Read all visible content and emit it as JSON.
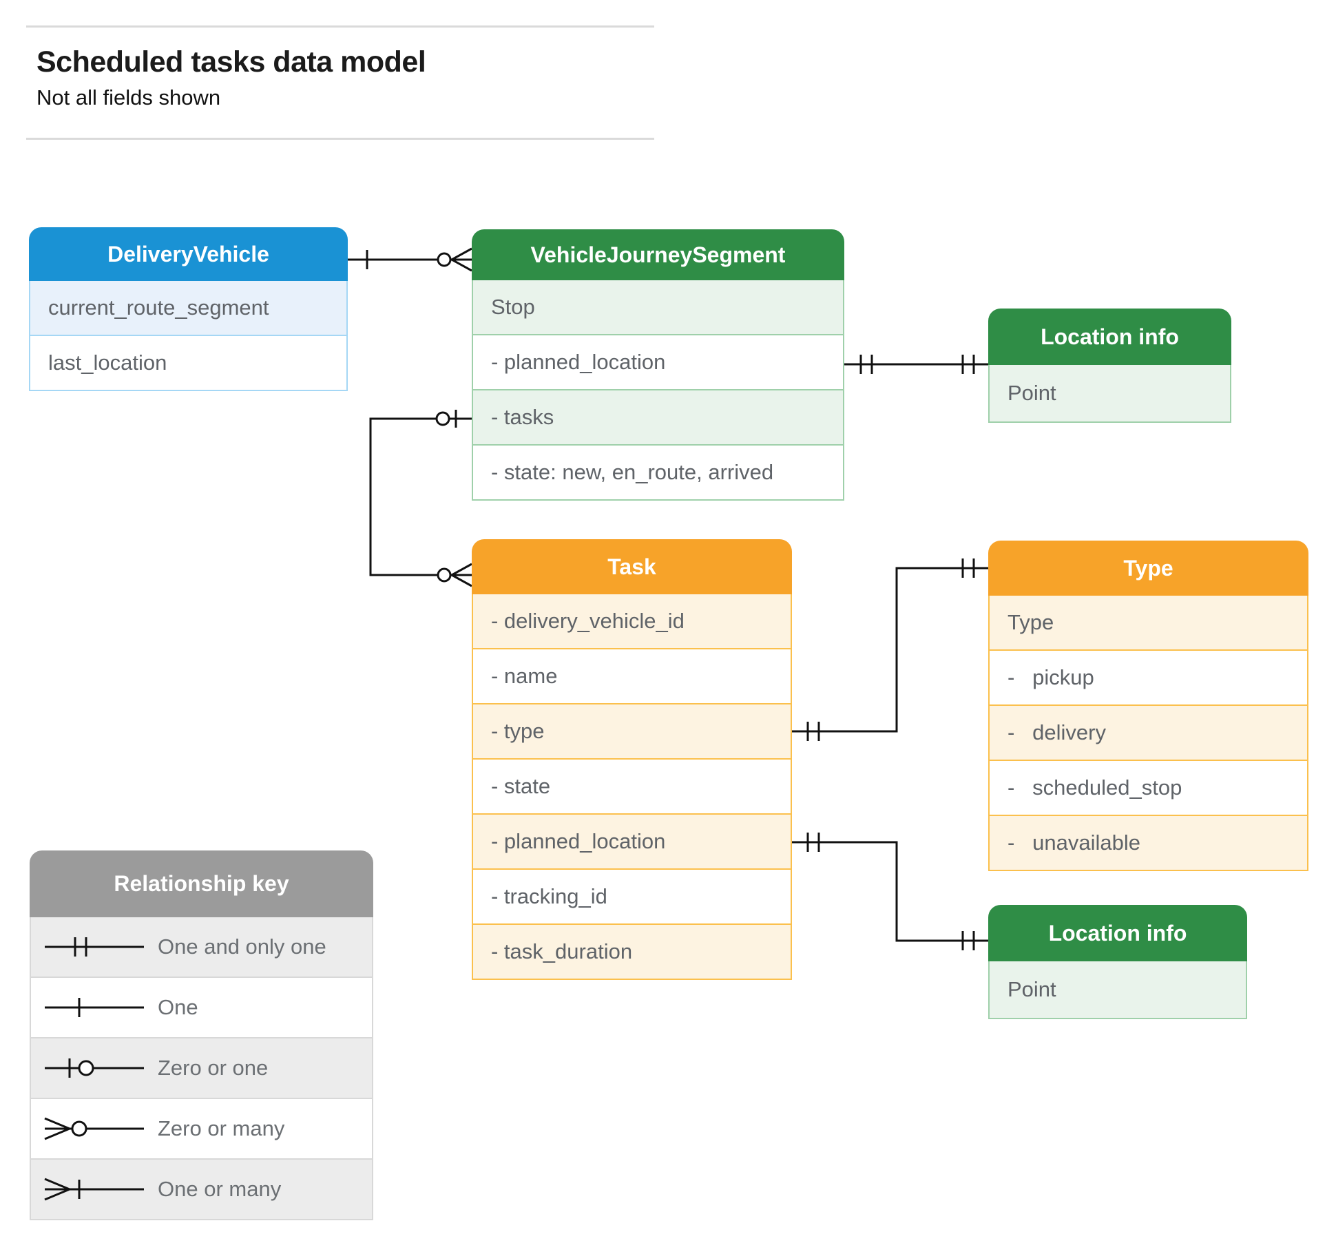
{
  "page": {
    "title": "Scheduled tasks data model",
    "subtitle": "Not all fields shown"
  },
  "entities": {
    "delivery_vehicle": {
      "title": "DeliveryVehicle",
      "rows": [
        "current_route_segment",
        "last_location"
      ]
    },
    "vehicle_journey_segment": {
      "title": "VehicleJourneySegment",
      "rows": [
        "Stop",
        "- planned_location",
        "- tasks",
        "- state: new, en_route, arrived"
      ]
    },
    "location_info_top": {
      "title": "Location info",
      "rows": [
        "Point"
      ]
    },
    "task": {
      "title": "Task",
      "rows": [
        "- delivery_vehicle_id",
        "- name",
        "- type",
        "- state",
        "- planned_location",
        "- tracking_id",
        "- task_duration"
      ]
    },
    "type": {
      "title": "Type",
      "rows": [
        "Type",
        "-   pickup",
        "-   delivery",
        "-   scheduled_stop",
        "-   unavailable"
      ]
    },
    "location_info_bottom": {
      "title": "Location info",
      "rows": [
        "Point"
      ]
    }
  },
  "legend": {
    "title": "Relationship key",
    "items": [
      {
        "symbol": "one-and-only-one",
        "label": "One and only one"
      },
      {
        "symbol": "one",
        "label": "One"
      },
      {
        "symbol": "zero-or-one",
        "label": "Zero or one"
      },
      {
        "symbol": "zero-or-many",
        "label": "Zero or many"
      },
      {
        "symbol": "one-or-many",
        "label": "One or many"
      }
    ]
  },
  "relationships": [
    {
      "from": "DeliveryVehicle",
      "to": "VehicleJourneySegment",
      "from_cardinality": "one",
      "to_cardinality": "zero-or-many"
    },
    {
      "from": "VehicleJourneySegment.planned_location",
      "to": "Location info",
      "from_cardinality": "one-and-only-one",
      "to_cardinality": "one-and-only-one"
    },
    {
      "from": "VehicleJourneySegment.tasks",
      "to": "Task",
      "from_cardinality": "zero-or-one",
      "to_cardinality": "zero-or-many"
    },
    {
      "from": "Task.type",
      "to": "Type",
      "from_cardinality": "one-and-only-one",
      "to_cardinality": "one-and-only-one"
    },
    {
      "from": "Task.planned_location",
      "to": "Location info",
      "from_cardinality": "one-and-only-one",
      "to_cardinality": "one-and-only-one"
    }
  ],
  "colors": {
    "blue_header": "#1a92d4",
    "blue_tint": "#e8f1fb",
    "blue_border": "#a5d7f5",
    "green_header": "#2f8d46",
    "green_tint": "#e9f3eb",
    "green_border": "#9fd0aa",
    "orange_header": "#f7a329",
    "orange_tint": "#fdf3e1",
    "orange_border": "#fbc04d",
    "gray_header": "#9b9b9b",
    "gray_tint": "#ececec",
    "gray_border": "#d8d8d8",
    "row_text": "#5f6368",
    "connector": "#111111"
  }
}
